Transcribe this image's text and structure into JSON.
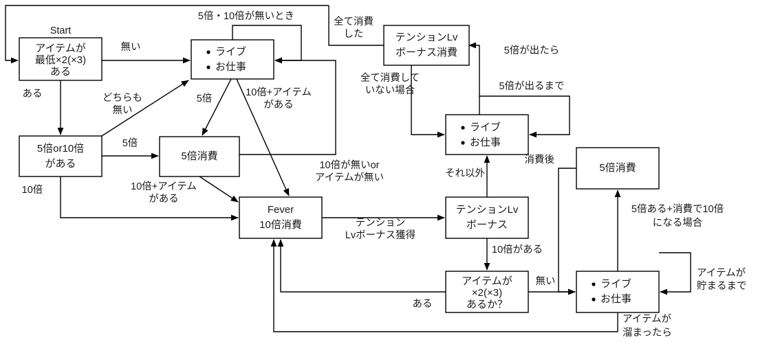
{
  "diagram": {
    "title": "",
    "colors": {
      "line": "#000000",
      "box_fill": "#ffffff",
      "text": "#1a1a1a"
    },
    "caption_start": "Start",
    "nodes": [
      {
        "id": "start",
        "lines": [
          "アイテムが",
          "最低×2(×3)",
          "ある"
        ]
      },
      {
        "id": "live_top",
        "lines": [
          "ライブ",
          "お仕事"
        ],
        "bulleted": true
      },
      {
        "id": "tension_cons",
        "lines": [
          "テンションLv",
          "ボーナス消費"
        ]
      },
      {
        "id": "five_or_ten",
        "lines": [
          "5倍or10倍",
          "がある"
        ]
      },
      {
        "id": "five_cons_l",
        "lines": [
          "5倍消費"
        ]
      },
      {
        "id": "live_mid",
        "lines": [
          "ライブ",
          "お仕事"
        ],
        "bulleted": true
      },
      {
        "id": "five_cons_r",
        "lines": [
          "5倍消費"
        ]
      },
      {
        "id": "fever",
        "lines": [
          "Fever",
          "10倍消費"
        ]
      },
      {
        "id": "tension_bonus",
        "lines": [
          "テンションLv",
          "ボーナス"
        ]
      },
      {
        "id": "item_x2",
        "lines": [
          "アイテムが",
          "×2(×3)",
          "あるか？"
        ]
      },
      {
        "id": "live_bot",
        "lines": [
          "ライブ",
          "お仕事"
        ],
        "bulleted": true
      }
    ],
    "edge_labels": [
      {
        "id": "no-item",
        "text": "無い"
      },
      {
        "id": "have-item",
        "text": "ある"
      },
      {
        "id": "neither",
        "text": [
          "どちらも",
          "無い"
        ]
      },
      {
        "id": "no-5-no-10",
        "text": "5倍・10倍が無いとき"
      },
      {
        "id": "five-times",
        "text": "5倍"
      },
      {
        "id": "five-times-2",
        "text": "5倍"
      },
      {
        "id": "ten-plus-item",
        "text": [
          "10倍+アイテム",
          "がある"
        ]
      },
      {
        "id": "ten-plus-item-2",
        "text": [
          "10倍+アイテム",
          "がある"
        ]
      },
      {
        "id": "ten-times",
        "text": "10倍"
      },
      {
        "id": "no-10-or-no-item",
        "text": [
          "10倍が無いor",
          "アイテムが無い"
        ]
      },
      {
        "id": "consumed-all",
        "text": [
          "全て消費",
          "した"
        ]
      },
      {
        "id": "not-consumed-all",
        "text": [
          "全て消費して",
          "いない場合"
        ]
      },
      {
        "id": "if-5-appears",
        "text": "5倍が出たら"
      },
      {
        "id": "until-5-appears",
        "text": "5倍が出るまで"
      },
      {
        "id": "otherwise",
        "text": "それ以外"
      },
      {
        "id": "tension-bonus-get",
        "text": [
          "テンション",
          "Lvボーナス獲得"
        ]
      },
      {
        "id": "have-10",
        "text": "10倍がある"
      },
      {
        "id": "after-consume",
        "text": "消費後"
      },
      {
        "id": "five-plus-becomes-ten",
        "text": [
          "5倍ある+消費で10倍",
          "になる場合"
        ]
      },
      {
        "id": "none",
        "text": "無い"
      },
      {
        "id": "have",
        "text": "ある"
      },
      {
        "id": "until-items-stock",
        "text": [
          "アイテムが",
          "貯まるまで"
        ]
      },
      {
        "id": "when-items-stocked",
        "text": [
          "アイテムが",
          "溜まったら"
        ]
      }
    ]
  }
}
